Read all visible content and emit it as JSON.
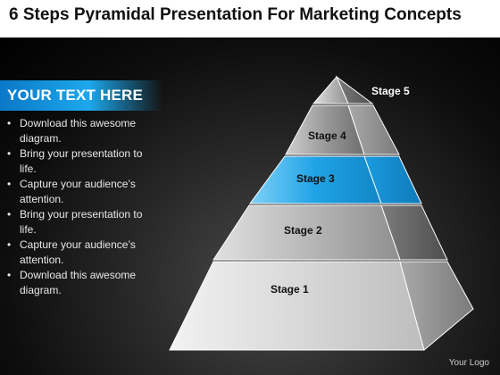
{
  "title": "6 Steps Pyramidal Presentation For Marketing Concepts",
  "banner": {
    "text": "YOUR TEXT HERE"
  },
  "bullets": [
    "Download this awesome diagram.",
    "Bring your presentation to life.",
    "Capture your audience’s attention.",
    "Bring your presentation to life.",
    "Capture your audience’s attention.",
    "Download this awesome diagram."
  ],
  "pyramid": {
    "stages": [
      {
        "label": "Stage 1"
      },
      {
        "label": "Stage 2"
      },
      {
        "label": "Stage 3",
        "highlight": true
      },
      {
        "label": "Stage 4"
      },
      {
        "label": "Stage 5"
      }
    ],
    "highlight_color": "#1fa3e6"
  },
  "footer": {
    "logo": "Your Logo"
  }
}
